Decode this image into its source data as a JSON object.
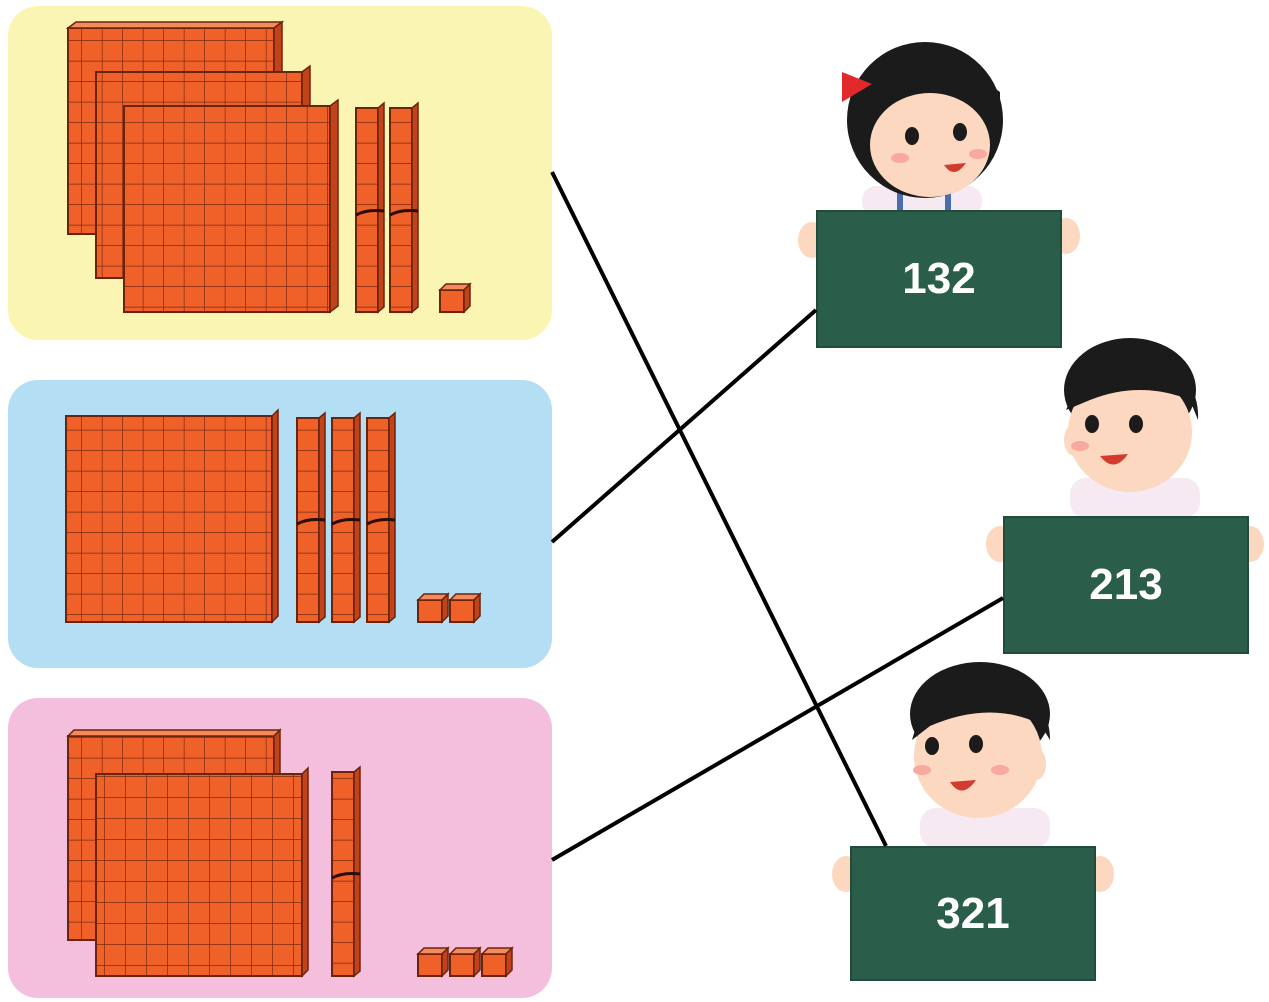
{
  "boards": [
    {
      "value": "132"
    },
    {
      "value": "213"
    },
    {
      "value": "321"
    }
  ],
  "panels": [
    {
      "color": "#fbf5b3",
      "hundreds": 3,
      "tens": 2,
      "ones": 1
    },
    {
      "color": "#b3def3",
      "hundreds": 1,
      "tens": 3,
      "ones": 2
    },
    {
      "color": "#f4bfdc",
      "hundreds": 2,
      "tens": 1,
      "ones": 3
    }
  ],
  "matches": [
    {
      "panel": 1,
      "board": 3
    },
    {
      "panel": 2,
      "board": 1
    },
    {
      "panel": 3,
      "board": 2
    }
  ]
}
